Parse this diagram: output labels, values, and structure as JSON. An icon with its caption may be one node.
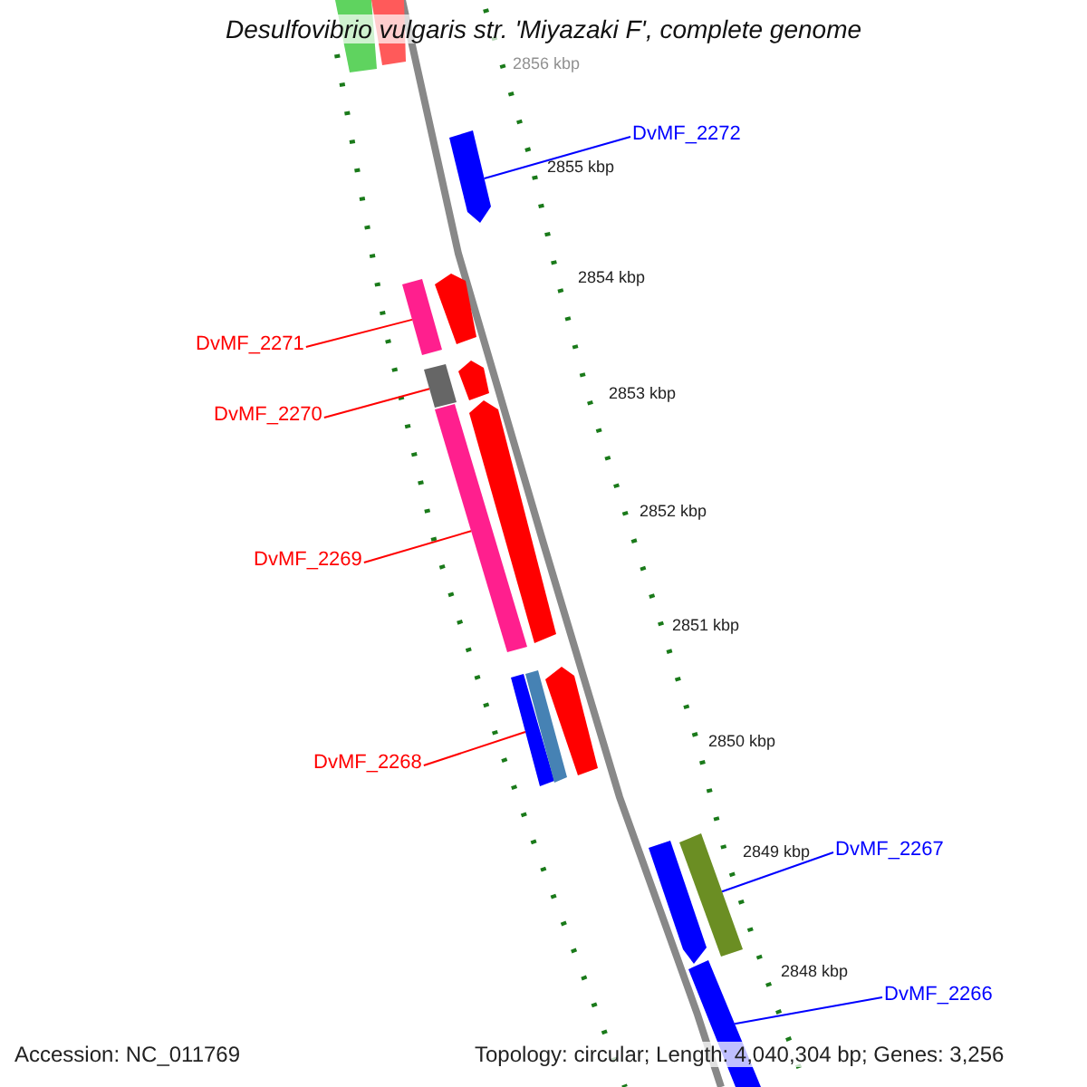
{
  "diagram": {
    "title": "Desulfovibrio vulgaris str. 'Miyazaki F', complete genome",
    "nodes": [
      {
        "text": [],
        "shape": "bar"
      },
      {
        "text": [],
        "shape": "bar"
      },
      {
        "text": [
          "DvMF_2272"
        ]
      },
      {
        "text": [],
        "shape": "bar"
      },
      {
        "text": [
          "DvMF_2271"
        ]
      },
      {
        "text": [],
        "shape": "bar"
      },
      {
        "text": [],
        "shape": "bar"
      },
      {
        "text": [
          "DvMF_2270"
        ]
      },
      {
        "text": [],
        "shape": "bar"
      },
      {
        "text": [],
        "shape": "bar"
      },
      {
        "text": [
          "DvMF_2269"
        ]
      },
      {
        "text": [],
        "shape": "bar"
      },
      {
        "text": [],
        "shape": "bar"
      },
      {
        "text": [
          "DvMF_2268"
        ]
      },
      {
        "text": [],
        "shape": "bar"
      },
      {
        "text": [],
        "shape": "bar"
      },
      {
        "text": [],
        "shape": "bar"
      },
      {
        "text": [],
        "shape": "bar"
      },
      {
        "text": [],
        "shape": "bar"
      },
      {
        "text": [
          "DvMF_2267"
        ]
      },
      {
        "text": [],
        "shape": "bar"
      },
      {
        "text": [
          "DvMF_2266"
        ]
      }
    ],
    "edges": [
      {
        "from": 2,
        "to": 3,
        "arrow": "none",
        "color": "#0000ff"
      },
      {
        "from": 4,
        "to": 5,
        "arrow": "none"
      },
      {
        "from": 7,
        "to": 8,
        "arrow": "none"
      },
      {
        "from": 10,
        "to": 11,
        "arrow": "none"
      },
      {
        "from": 13,
        "to": 14,
        "arrow": "none"
      },
      {
        "from": 19,
        "to": 18,
        "arrow": "none",
        "color": "#0000ff"
      },
      {
        "from": 21,
        "to": 20,
        "arrow": "none",
        "color": "#0000ff"
      }
    ],
    "labels": [
      "2856 kbp",
      "2855 kbp",
      "2854 kbp",
      "2853 kbp",
      "2852 kbp",
      "2851 kbp",
      "2850 kbp",
      "2849 kbp",
      "2848 kbp",
      "Accession: NC_011769",
      "Topology: circular; Length: 4,040,304 bp; Genes: 3,256"
    ]
  }
}
